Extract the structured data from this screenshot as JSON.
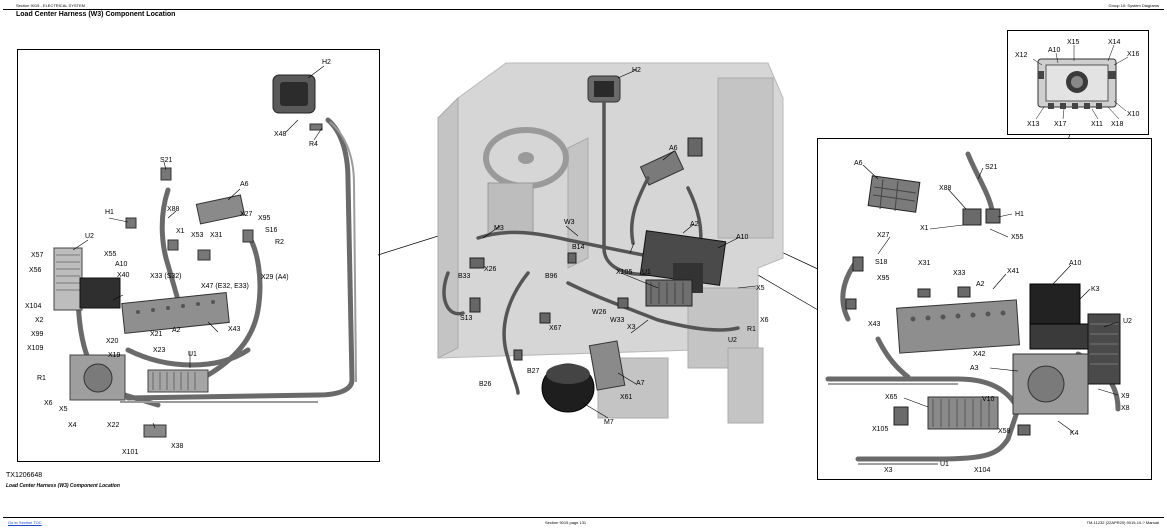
{
  "header": {
    "left": "Section 9015 - ELECTRICAL SYSTEM",
    "right": "Group 10: System Diagrams"
  },
  "title": "Load Center Harness (W3) Component Location",
  "figure": {
    "id": "TX1206648",
    "caption": "Load Center Harness (W3) Component Location"
  },
  "footer": {
    "left_link": "Go to Section TOC",
    "center": "Section 9015 page 131",
    "right": "TM-11232 (22APR20) 9015-10-? Manual"
  },
  "left_panel": {
    "labels": [
      "H2",
      "X48",
      "R4",
      "S21",
      "X88",
      "A6",
      "H1",
      "U2",
      "X1",
      "X53",
      "X31",
      "X27",
      "X95",
      "S16",
      "R2",
      "A10",
      "X55",
      "X57",
      "X56",
      "X40",
      "X33 (S32)",
      "X47 (E32, E33)",
      "X29 (A4)",
      "X104",
      "X2",
      "X99",
      "X109",
      "X21",
      "A2",
      "X43",
      "X20",
      "X19",
      "X23",
      "U1",
      "R1",
      "X6",
      "X5",
      "X4",
      "X22",
      "X38",
      "X101"
    ]
  },
  "center_panel": {
    "labels": [
      "H2",
      "A6",
      "M3",
      "W3",
      "A2",
      "A10",
      "B14",
      "X26",
      "B33",
      "B96",
      "X105",
      "U1",
      "X5",
      "X3",
      "W26",
      "W33",
      "S13",
      "X67",
      "X6",
      "R1",
      "U2",
      "A7",
      "B27",
      "B26",
      "X61",
      "M7"
    ]
  },
  "inset_panel": {
    "labels": [
      "X12",
      "A10",
      "X15",
      "X14",
      "X16",
      "X13",
      "X17",
      "X11",
      "X18",
      "X10"
    ]
  },
  "right_panel": {
    "labels": [
      "A6",
      "S21",
      "X88",
      "X1",
      "H1",
      "X27",
      "X55",
      "S18",
      "X95",
      "X31",
      "X33",
      "A2",
      "X41",
      "A10",
      "K3",
      "X43",
      "U2",
      "X42",
      "A3",
      "V10",
      "X65",
      "X105",
      "X58",
      "K4",
      "X9",
      "X8",
      "U1",
      "X3",
      "X104"
    ]
  }
}
